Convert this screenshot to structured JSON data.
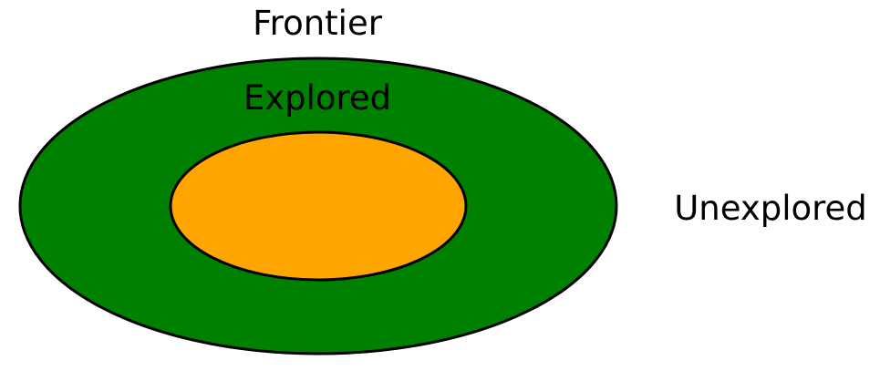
{
  "diagram": {
    "labels": {
      "frontier": "Frontier",
      "explored": "Explored",
      "unexplored": "Unexplored"
    },
    "colors": {
      "outer_fill": "#008000",
      "inner_fill": "#FFA500",
      "stroke": "#000000",
      "background": "#FFFFFF"
    }
  }
}
